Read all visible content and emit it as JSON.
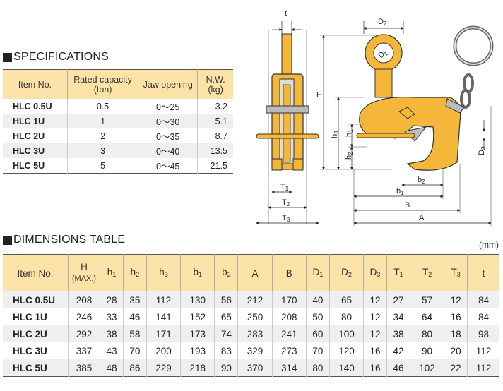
{
  "specifications": {
    "title": "SPECIFICATIONS",
    "headers": [
      "Item No.",
      "Rated capacity",
      "(ton)",
      "Jaw opening",
      "N.W.",
      "(kg)"
    ],
    "rows": [
      [
        "HLC 0.5U",
        "0.5",
        "0～25",
        "3.2"
      ],
      [
        "HLC 1U",
        "1",
        "0～30",
        "5.1"
      ],
      [
        "HLC 2U",
        "2",
        "0～35",
        "8.7"
      ],
      [
        "HLC 3U",
        "3",
        "0～40",
        "13.5"
      ],
      [
        "HLC 5U",
        "5",
        "0～45",
        "21.5"
      ]
    ]
  },
  "dimensions": {
    "title": "DIMENSIONS TABLE",
    "unit": "(mm)",
    "headers": {
      "item": "Item No.",
      "H": "H",
      "H_sub": "(MAX.)",
      "h1": [
        "h",
        "1"
      ],
      "h2": [
        "h",
        "2"
      ],
      "h3": [
        "h",
        "3"
      ],
      "b1": [
        "b",
        "1"
      ],
      "b2": [
        "b",
        "2"
      ],
      "A": "A",
      "B": "B",
      "D1": [
        "D",
        "1"
      ],
      "D2": [
        "D",
        "2"
      ],
      "D3": [
        "D",
        "3"
      ],
      "T1": [
        "T",
        "1"
      ],
      "T2": [
        "T",
        "2"
      ],
      "T3": [
        "T",
        "3"
      ],
      "t": "t"
    },
    "rows": [
      [
        "HLC 0.5U",
        "208",
        "28",
        "35",
        "112",
        "130",
        "56",
        "212",
        "170",
        "40",
        "65",
        "12",
        "27",
        "57",
        "12",
        "84"
      ],
      [
        "HLC 1U",
        "246",
        "33",
        "46",
        "141",
        "152",
        "65",
        "250",
        "208",
        "50",
        "80",
        "12",
        "34",
        "64",
        "16",
        "84"
      ],
      [
        "HLC 2U",
        "292",
        "38",
        "58",
        "171",
        "173",
        "74",
        "283",
        "241",
        "60",
        "100",
        "12",
        "38",
        "80",
        "18",
        "98"
      ],
      [
        "HLC 3U",
        "337",
        "43",
        "70",
        "200",
        "193",
        "83",
        "329",
        "273",
        "70",
        "120",
        "16",
        "42",
        "90",
        "20",
        "112"
      ],
      [
        "HLC 5U",
        "385",
        "48",
        "86",
        "229",
        "218",
        "90",
        "370",
        "314",
        "80",
        "140",
        "16",
        "46",
        "102",
        "22",
        "112"
      ]
    ]
  },
  "diagram": {
    "labels": {
      "t": "t",
      "T1": "T",
      "T2": "T",
      "T3": "T",
      "D2": "D",
      "D1": "D",
      "D3": "D",
      "H": "H",
      "h1": "h",
      "h2": "h",
      "h3": "h",
      "b1": "b",
      "b2": "b",
      "A": "A",
      "B": "B"
    },
    "colors": {
      "body": "#f5b73a",
      "outline": "#333333",
      "jaw": "#bdbdbd"
    }
  }
}
